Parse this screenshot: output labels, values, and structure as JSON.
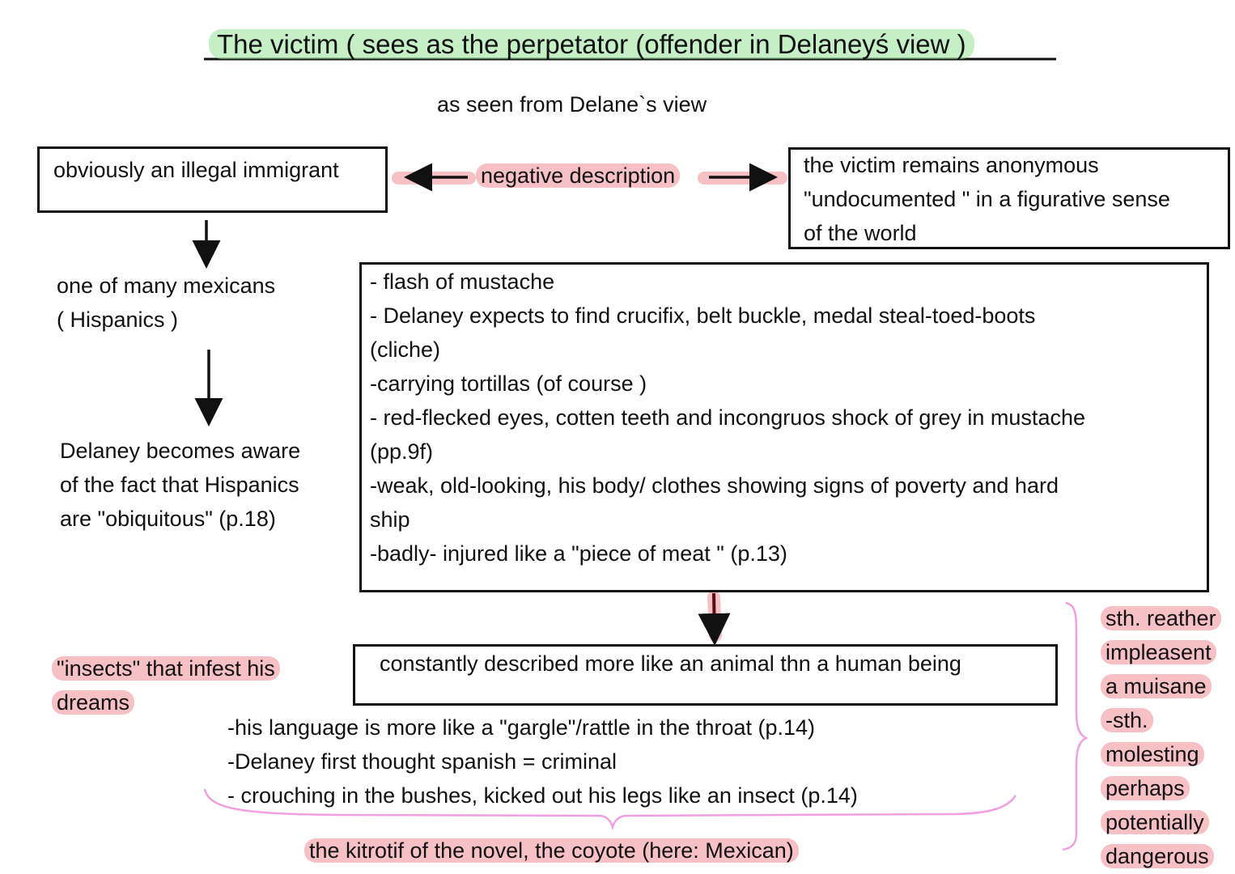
{
  "title": "The victim ( sees as the perpetator (offender in Delaneyś view )",
  "subtitle": "as seen from Delane`s view",
  "box_illegal": "obviously an illegal immigrant",
  "negative": "negative description",
  "box_anonymous": [
    "the victim remains anonymous",
    "\"undocumented \" in a figurative sense",
    "of the world"
  ],
  "mexicans": [
    "one of many mexicans",
    "( Hispanics )"
  ],
  "aware": [
    "Delaney becomes aware",
    "of the fact that Hispanics",
    "are \"obiquitous\" (p.18)"
  ],
  "details": [
    "- flash of mustache",
    "- Delaney expects to find crucifix, belt buckle, medal steal-toed-boots",
    "(cliche)",
    "-carrying tortillas (of course )",
    "- red-flecked eyes, cotten teeth and incongruos shock of grey in mustache",
    "(pp.9f)",
    "-weak, old-looking, his body/ clothes showing signs of poverty and hard",
    "ship",
    "-badly- injured like a \"piece of meat \" (p.13)"
  ],
  "insects": [
    "\"insects\" that infest his",
    "dreams"
  ],
  "animal_box": "constantly described more like an animal thn a human being",
  "animal_points": [
    "-his language is more like a \"gargle\"/rattle in the throat (p.14)",
    "-Delaney first thought spanish = criminal",
    "- crouching in the bushes, kicked out his legs like an insect (p.14)"
  ],
  "coyote": "the kitrotif of the novel, the coyote (here: Mexican)",
  "side_words": [
    "sth. reather",
    "impleasent",
    "a muisane",
    "-sth.",
    "molesting",
    "perhaps",
    "potentially",
    "dangerous"
  ],
  "colors": {
    "highlight_red": "#ee8c96",
    "highlight_green": "#96e196",
    "brace_pink": "#f0a0e0",
    "ink": "#111111"
  }
}
